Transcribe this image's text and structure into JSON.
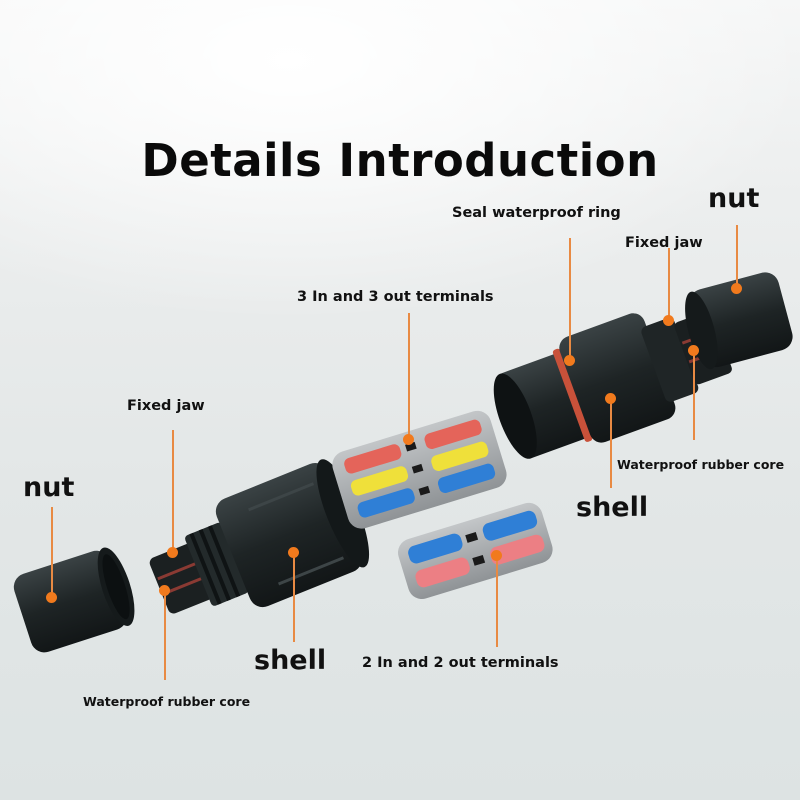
{
  "title": "Details Introduction",
  "labels": {
    "nut_right": "nut",
    "seal_ring": "Seal waterproof ring",
    "fixed_jaw_right": "Fixed jaw",
    "terminals_3": "3 In and 3 out terminals",
    "rubber_core_right": "Waterproof rubber core",
    "shell_right": "shell",
    "fixed_jaw_left": "Fixed jaw",
    "nut_left": "nut",
    "shell_left": "shell",
    "terminals_2": "2 In and 2 out terminals",
    "rubber_core_left": "Waterproof rubber core"
  },
  "colors": {
    "accent": "#f17a1d",
    "leader_line": "#e88a43",
    "connector_body": "#1f2526",
    "seal_ring": "#c8513a",
    "terminal_grey": "#a9acaf",
    "lever_red": "#e4645a",
    "lever_yellow": "#efe03a",
    "lever_blue": "#2f7fd6",
    "lever_pink": "#ec7f84"
  }
}
